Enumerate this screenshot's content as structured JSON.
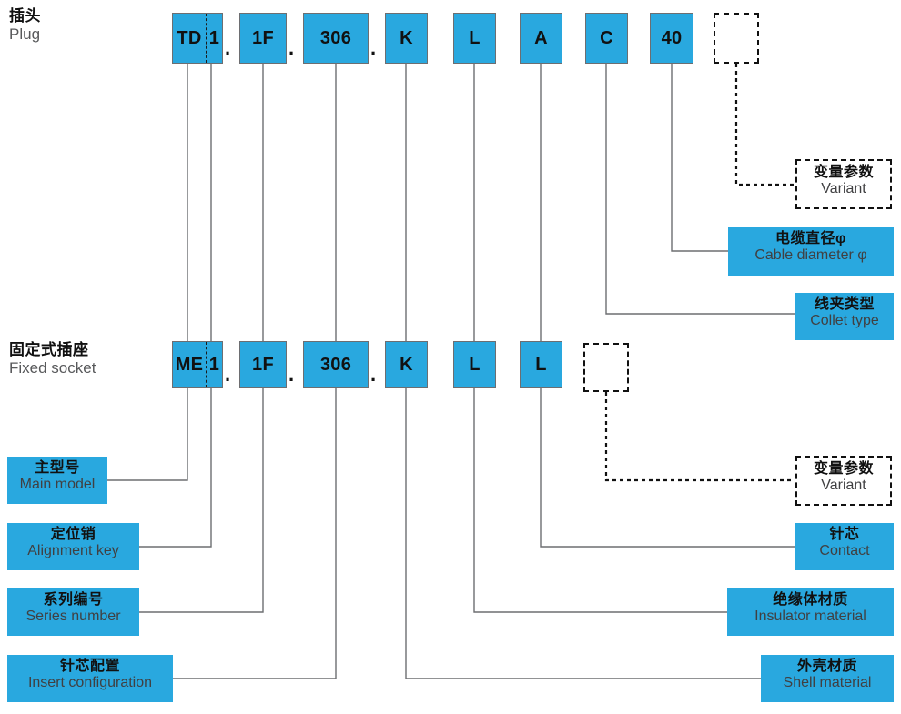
{
  "diagram": {
    "title_cn": "插头",
    "rows": [
      {
        "id": "plug",
        "caption_cn": "插头",
        "caption_en": "Plug",
        "codes": [
          "TD",
          "1",
          "1F",
          "306",
          "K",
          "L",
          "A",
          "C",
          "40"
        ],
        "code_display": {
          "main_model": "TD",
          "alignment_key": "1",
          "series_number": "1F",
          "insert_configuration": "306",
          "shell_material": "K",
          "insulator_material": "L",
          "contact": "A",
          "collet_type": "C",
          "cable_diameter": "40",
          "variant": ""
        },
        "separators": [
          ".",
          ".",
          "."
        ]
      },
      {
        "id": "fixed_socket",
        "caption_cn": "固定式插座",
        "caption_en": "Fixed socket",
        "codes": [
          "ME",
          "1",
          "1F",
          "306",
          "K",
          "L",
          "L"
        ],
        "code_display": {
          "main_model": "ME",
          "alignment_key": "1",
          "series_number": "1F",
          "insert_configuration": "306",
          "shell_material": "K",
          "insulator_material": "L",
          "contact": "L",
          "variant": ""
        },
        "separators": [
          ".",
          ".",
          "."
        ]
      }
    ],
    "labels": {
      "main_model": {
        "cn": "主型号",
        "en": "Main model"
      },
      "alignment_key": {
        "cn": "定位销",
        "en": "Alignment key"
      },
      "series_number": {
        "cn": "系列编号",
        "en": "Series number"
      },
      "insert_configuration": {
        "cn": "针芯配置",
        "en": "Insert configuration"
      },
      "variant_top": {
        "cn": "变量参数",
        "en": "Variant"
      },
      "cable_diameter": {
        "cn": "电缆直径φ",
        "en": "Cable diameter φ"
      },
      "collet_type": {
        "cn": "线夹类型",
        "en": "Collet type"
      },
      "variant_bottom": {
        "cn": "变量参数",
        "en": "Variant"
      },
      "contact": {
        "cn": "针芯",
        "en": "Contact"
      },
      "insulator_material": {
        "cn": "绝缘体材质",
        "en": "Insulator material"
      },
      "shell_material": {
        "cn": "外壳材质",
        "en": "Shell material"
      }
    },
    "colors": {
      "accent": "#29a8df",
      "box_border": "#6d6e71",
      "wire": "#6d6e71",
      "text_cn": "#111111",
      "text_en": "#58595b",
      "dashed": "#111111",
      "background": "#ffffff"
    }
  }
}
